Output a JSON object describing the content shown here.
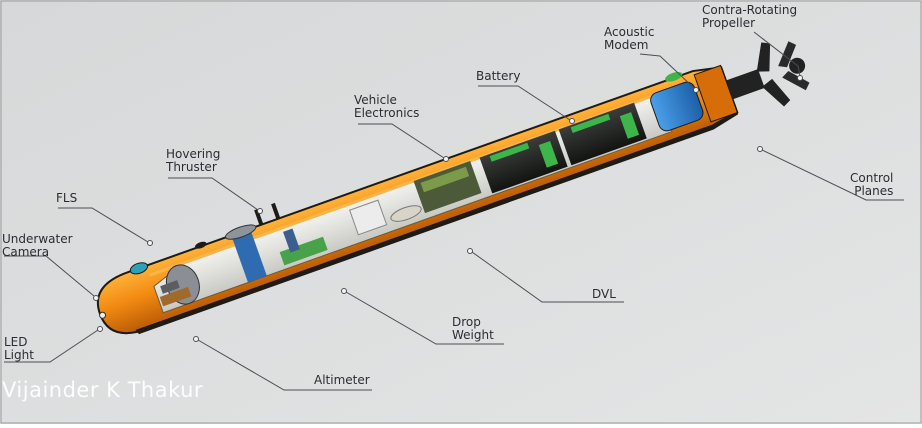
{
  "labels": {
    "propeller": "Contra-Rotating\nPropeller",
    "modem": "Acoustic\nModem",
    "battery": "Battery",
    "electronics": "Vehicle\nElectronics",
    "thruster": "Hovering\nThruster",
    "fls": "FLS",
    "camera": "Underwater\nCamera",
    "control": "Control\nPlanes",
    "dvl": "DVL",
    "drop": "Drop\nWeight",
    "led": "LED\nLight",
    "altimeter": "Altimeter"
  },
  "watermark": "Vijainder K Thakur",
  "colors": {
    "background": "#dadbdb",
    "hull_orange": "#f28a12",
    "hull_dark": "#1e1a15",
    "propeller": "#222222",
    "battery_green": "#3db54a",
    "tail_blue": "#2a78c8",
    "label_text": "#2a2d33",
    "leader_line": "#4a4e55"
  }
}
